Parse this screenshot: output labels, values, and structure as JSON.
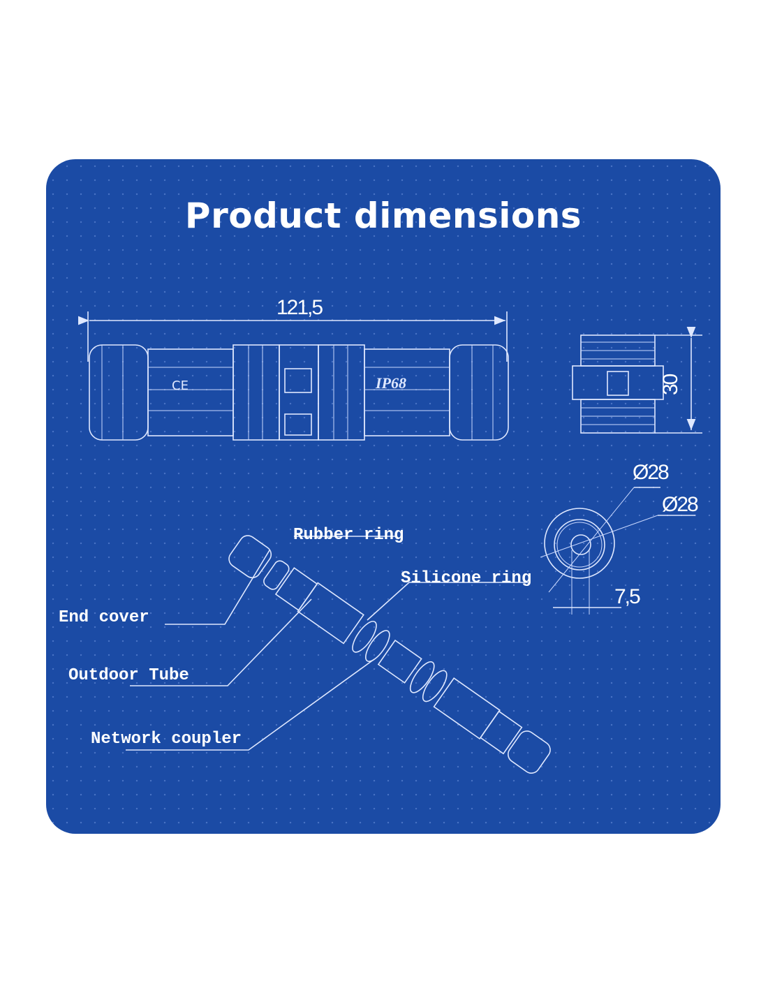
{
  "title": "Product dimensions",
  "dimensions": {
    "length": "121,5",
    "height": "30",
    "diameter_outer": "Ø28",
    "diameter_inner": "Ø28",
    "offset": "7,5"
  },
  "markings": {
    "ce": "CE",
    "rating": "IP68"
  },
  "parts": {
    "rubber_ring": "Rubber ring",
    "silicone_ring": "Silicone ring",
    "end_cover": "End cover",
    "outdoor_tube": "Outdoor Tube",
    "network_coupler": "Network coupler"
  },
  "colors": {
    "background": "#1b4ba5",
    "line": "#dfe8ff"
  }
}
